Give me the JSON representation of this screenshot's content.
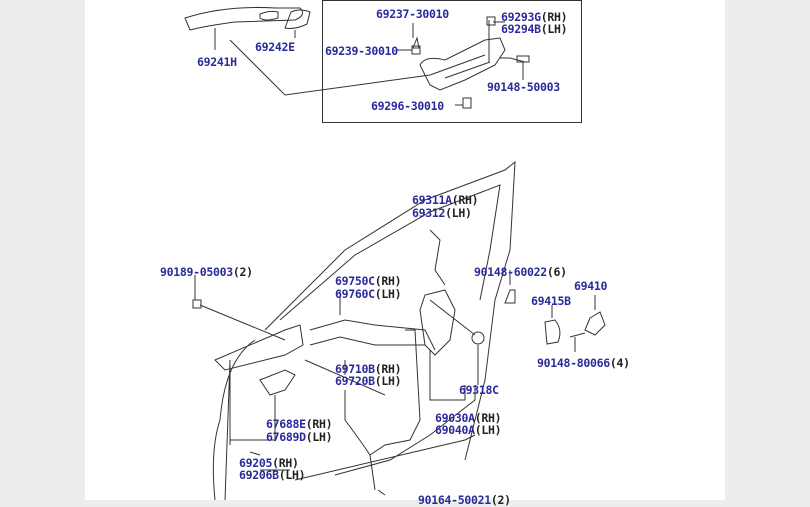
{
  "colors": {
    "label": "#2a2a9a",
    "suffix": "#222222",
    "line": "#333333"
  },
  "labels": {
    "p69237": "69237-30010",
    "p69293": "69293G",
    "p69293s": "(RH)",
    "p69294": "69294B",
    "p69294s": "(LH)",
    "p69239": "69239-30010",
    "p90148a": "90148-50003",
    "p69296": "69296-30010",
    "p69242": "69242E",
    "p69241": "69241H",
    "p69311": "69311A",
    "p69311s": "(RH)",
    "p69312": "69312",
    "p69312s": "(LH)",
    "p90189": "90189-05003",
    "p90189s": "(2)",
    "p69750": "69750C",
    "p69750s": "(RH)",
    "p69760": "69760C",
    "p69760s": "(LH)",
    "p90148b": "90148-60022",
    "p90148bs": "(6)",
    "p69410": "69410",
    "p69415": "69415B",
    "p90148c": "90148-80066",
    "p90148cs": "(4)",
    "p69710": "69710B",
    "p69710s": "(RH)",
    "p69720": "69720B",
    "p69720s": "(LH)",
    "p69318": "69318C",
    "p69030": "69030A",
    "p69030s": "(RH)",
    "p69040": "69040A",
    "p69040s": "(LH)",
    "p67688": "67688E",
    "p67688s": "(RH)",
    "p67689": "67689D",
    "p67689s": "(LH)",
    "p69205": "69205",
    "p69205s": "(RH)",
    "p69206": "69206B",
    "p69206s": "(LH)",
    "p90164": "90164-50021",
    "p90164s": "(2)"
  }
}
